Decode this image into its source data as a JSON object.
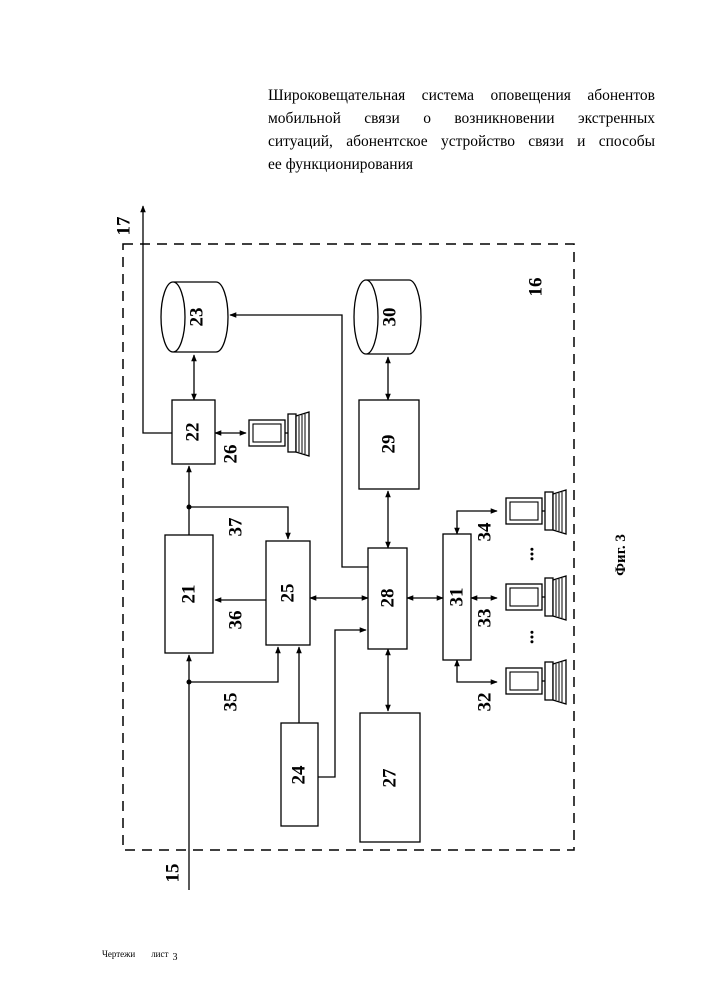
{
  "title_lines": [
    "Широковещательная система оповещения абонентов",
    "мобильной связи о возникновении экстренных",
    "ситуаций, абонентское устройство связи и способы",
    "ее функционирования"
  ],
  "blocks": {
    "b21": "21",
    "b22": "22",
    "b23": "23",
    "b24": "24",
    "b25": "25",
    "b27": "27",
    "b28": "28",
    "b29": "29",
    "b30": "30",
    "b31": "31"
  },
  "labels": {
    "l15": "15",
    "l16": "16",
    "l17": "17",
    "l26": "26",
    "l32": "32",
    "l33": "33",
    "l34": "34",
    "l35": "35",
    "l36": "36",
    "l37": "37",
    "dots": "..."
  },
  "figure_caption": "Фиг. 3",
  "footer": {
    "drawings": "Чертежи",
    "sheet": "лист",
    "number": "3"
  }
}
